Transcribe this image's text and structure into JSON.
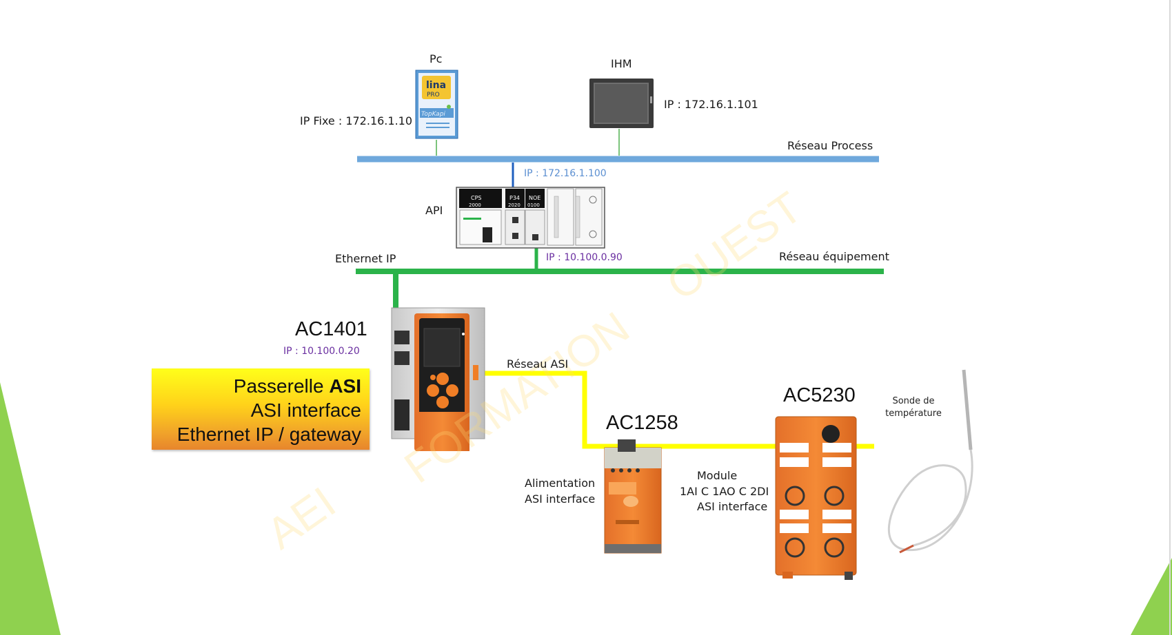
{
  "nodes": {
    "pc": {
      "title": "Pc",
      "ip": "IP Fixe : 172.16.1.10",
      "software_logo": "lina PRO TopKapi"
    },
    "ihm": {
      "title": "IHM",
      "ip": "IP : 172.16.1.101"
    },
    "api": {
      "title": "API",
      "ip_process": "IP : 172.16.1.100",
      "ip_equipment": "IP : 10.100.0.90",
      "module_labels": [
        "CPS 2000",
        "P34 2020",
        "NOE 0100"
      ]
    },
    "ac1401": {
      "title": "AC1401",
      "ip": "IP : 10.100.0.20"
    },
    "ac1258": {
      "title": "AC1258",
      "desc_line1": "Alimentation",
      "desc_line2": "ASI interface"
    },
    "ac5230": {
      "title": "AC5230",
      "desc_line1": "Module",
      "desc_line2": "1AI C 1AO C 2DI",
      "desc_line3": "ASI interface"
    },
    "sonde": {
      "line1": "Sonde de",
      "line2": "température"
    }
  },
  "networks": {
    "process": "Réseau Process",
    "equipment": "Réseau équipement",
    "ethernet_ip": "Ethernet IP",
    "asi": "Réseau ASI"
  },
  "banner": {
    "line1_prefix": "Passerelle ",
    "line1_bold": "ASI",
    "line2": "ASI interface",
    "line3": "Ethernet IP / gateway"
  },
  "watermark": [
    "AEI",
    "FORMATION",
    "OUEST"
  ],
  "colors": {
    "process_network": "#6fa8dc",
    "equipment_network": "#2bb34a",
    "asi_network": "#ffff00",
    "device_orange": "#f07e26",
    "corner_green": "#8fd14f"
  }
}
